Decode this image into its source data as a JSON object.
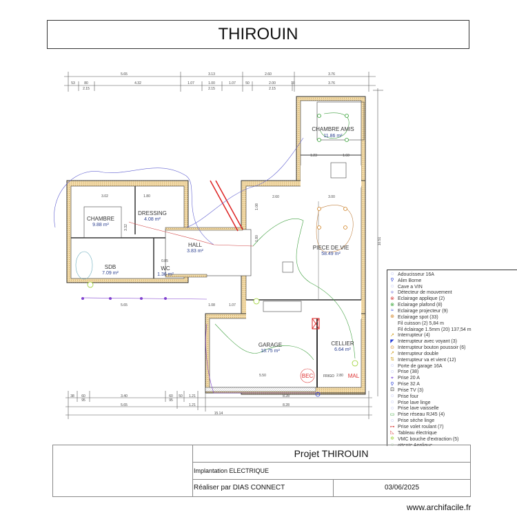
{
  "title": "THIROUIN",
  "plan": {
    "rooms": [
      {
        "name": "CHAMBRE AMIS",
        "area": "11.86 m²"
      },
      {
        "name": "CHAMBRE",
        "area": "9.88 m²"
      },
      {
        "name": "DRESSING",
        "area": "4.08 m²"
      },
      {
        "name": "HALL",
        "area": "3.83 m²"
      },
      {
        "name": "PIECE DE VIE",
        "area": "58.49 m²"
      },
      {
        "name": "SDB",
        "area": "7.09 m²"
      },
      {
        "name": "WC",
        "area": "1.36 m²"
      },
      {
        "name": "GARAGE",
        "area": "18.75 m²"
      },
      {
        "name": "CELLIER",
        "area": "6.64 m²"
      }
    ],
    "appliance_labels": [
      "BEC",
      "FRIGO",
      "MAL"
    ],
    "dims_top_1": [
      "5.65",
      "3.13",
      "2.60",
      "3.76"
    ],
    "dims_top_2": [
      "53",
      "80",
      "4.32",
      "1.07",
      "1.00",
      "1.07",
      "50",
      "2.00",
      "10",
      "3.76"
    ],
    "dims_top_3": [
      "2.15",
      "2.15",
      "2.15"
    ],
    "dims_bottom_1": [
      "38",
      "60",
      "3.40",
      "60",
      "50",
      "1.21",
      "8.28"
    ],
    "dims_bottom_sub": [
      "95",
      "95"
    ],
    "dims_bottom_2": [
      "5.65",
      "1.21",
      "8.28"
    ],
    "dims_total": "15.14",
    "dim_right": "10.51",
    "dims_interior": [
      "3.02",
      "1.80",
      "2.60",
      "3.00",
      "1.23",
      "1.60",
      "5.50",
      "2.80",
      "1.08",
      "1.07",
      "5.65",
      "3.32",
      "1.08",
      "1.80",
      "0.85"
    ]
  },
  "legend": [
    {
      "label": "Adoucisseur 16A",
      "color": "#2a3fd6",
      "icon": "dotted-circle"
    },
    {
      "label": "Alim Borne",
      "color": "#2a3fd6",
      "icon": "pin"
    },
    {
      "label": "Cave a VIN",
      "color": "#2a3fd6",
      "icon": "dotted-circle"
    },
    {
      "label": "Détecteur de mouvement",
      "color": "#6a6ad6",
      "icon": "sensor"
    },
    {
      "label": "Eclairage applique (2)",
      "color": "#d63a3a",
      "icon": "applique"
    },
    {
      "label": "Eclairage plafond (8)",
      "color": "#2ea02e",
      "icon": "ceiling-light"
    },
    {
      "label": "Eclairage projecteur (9)",
      "color": "#2a3fd6",
      "icon": "projector"
    },
    {
      "label": "Eclairage spot (33)",
      "color": "#d08020",
      "icon": "spot"
    },
    {
      "label": "Fil cuisson (2) 5,84 m",
      "color": "#ffffff",
      "icon": "none"
    },
    {
      "label": "Fil éclairage 1.5mm (20) 137,54 m",
      "color": "#ffffff",
      "icon": "none"
    },
    {
      "label": "Interrupteur (4)",
      "color": "#d0a020",
      "icon": "switch"
    },
    {
      "label": "Interrupteur avec voyant (3)",
      "color": "#2a3fd6",
      "icon": "switch-led"
    },
    {
      "label": "Interrupteur bouton poussoir (6)",
      "color": "#d08020",
      "icon": "push-button"
    },
    {
      "label": "Interrupteur double",
      "color": "#d0a020",
      "icon": "double-switch"
    },
    {
      "label": "Interrupteur va et vient (12)",
      "color": "#d0a020",
      "icon": "two-way-switch"
    },
    {
      "label": "Porte de garage 16A",
      "color": "#2a3fd6",
      "icon": "dotted-circle"
    },
    {
      "label": "Prise (38)",
      "color": "#2a3fd6",
      "icon": "socket"
    },
    {
      "label": "Prise 20 A",
      "color": "#6a2ad6",
      "icon": "socket-20a"
    },
    {
      "label": "Prise 32 A",
      "color": "#2a3fd6",
      "icon": "pin"
    },
    {
      "label": "Prise TV (3)",
      "color": "#111111",
      "icon": "tv-socket"
    },
    {
      "label": "Prise four",
      "color": "#2a3fd6",
      "icon": "dotted-circle"
    },
    {
      "label": "Prise lave linge",
      "color": "#2a3fd6",
      "icon": "dotted-circle"
    },
    {
      "label": "Prise lave vaisselle",
      "color": "#2a3fd6",
      "icon": "dotted-circle"
    },
    {
      "label": "Prise réseau RJ45 (4)",
      "color": "#2ea02e",
      "icon": "rj45"
    },
    {
      "label": "Prise sèche linge",
      "color": "#2a3fd6",
      "icon": "dotted-circle"
    },
    {
      "label": "Prise volet roulant (7)",
      "color": "#d63a3a",
      "icon": "shutter"
    },
    {
      "label": "Tableau électrique",
      "color": "#d63a3a",
      "icon": "panel"
    },
    {
      "label": "VMC bouche d'extraction (5)",
      "color": "#9ad02e",
      "icon": "vmc"
    },
    {
      "label": "attente Applique",
      "color": "#2ea02e",
      "icon": "dotted-circle"
    }
  ],
  "footer": {
    "project": "Projet THIROUIN",
    "subtitle": "Implantation ELECTRIQUE",
    "author": "Réaliser par DIAS CONNECT",
    "date": "03/06/2025"
  },
  "watermark": "www.archifacile.fr"
}
